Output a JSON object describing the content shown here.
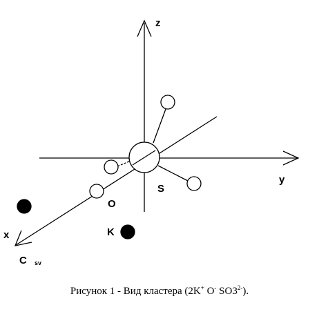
{
  "diagram": {
    "axis_labels": {
      "z": "z",
      "y": "y",
      "x": "x"
    },
    "symmetry_label": {
      "main": "C",
      "sub": "sv"
    },
    "atom_labels": {
      "sulfur": "S",
      "oxygen": "O",
      "potassium": "K"
    },
    "colors": {
      "stroke": "#000000",
      "fill_dark": "#000000",
      "fill_light": "#ffffff"
    }
  },
  "caption": {
    "prefix": "Рисунок 1 - Вид кластера (2K",
    "sup1": "+",
    "mid1": " O",
    "sup2": "-",
    "mid2": " SO3",
    "sup3": "2-",
    "suffix": ")."
  }
}
